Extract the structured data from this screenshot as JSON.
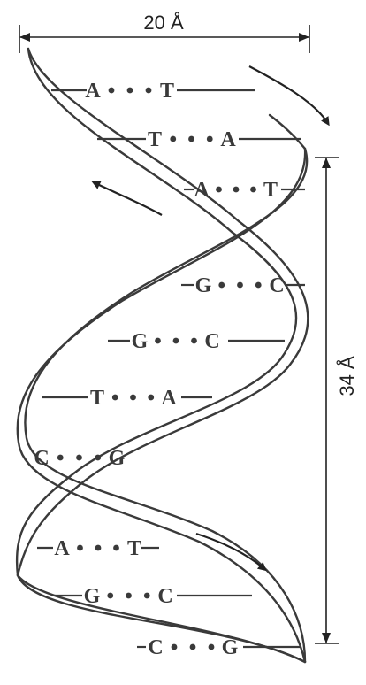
{
  "diagram": {
    "width_label": "20 Å",
    "pitch_label": "34 Å",
    "base_pairs": [
      {
        "left": "A",
        "right": "T"
      },
      {
        "left": "T",
        "right": "A"
      },
      {
        "left": "A",
        "right": "T"
      },
      {
        "left": "G",
        "right": "C"
      },
      {
        "left": "G",
        "right": "C"
      },
      {
        "left": "T",
        "right": "A"
      },
      {
        "left": "C",
        "right": "G"
      },
      {
        "left": "A",
        "right": "T"
      },
      {
        "left": "G",
        "right": "C"
      },
      {
        "left": "C",
        "right": "G"
      }
    ],
    "colors": {
      "strand": "#3a3a3a",
      "text": "#3a3a3a",
      "background": "#ffffff"
    }
  }
}
